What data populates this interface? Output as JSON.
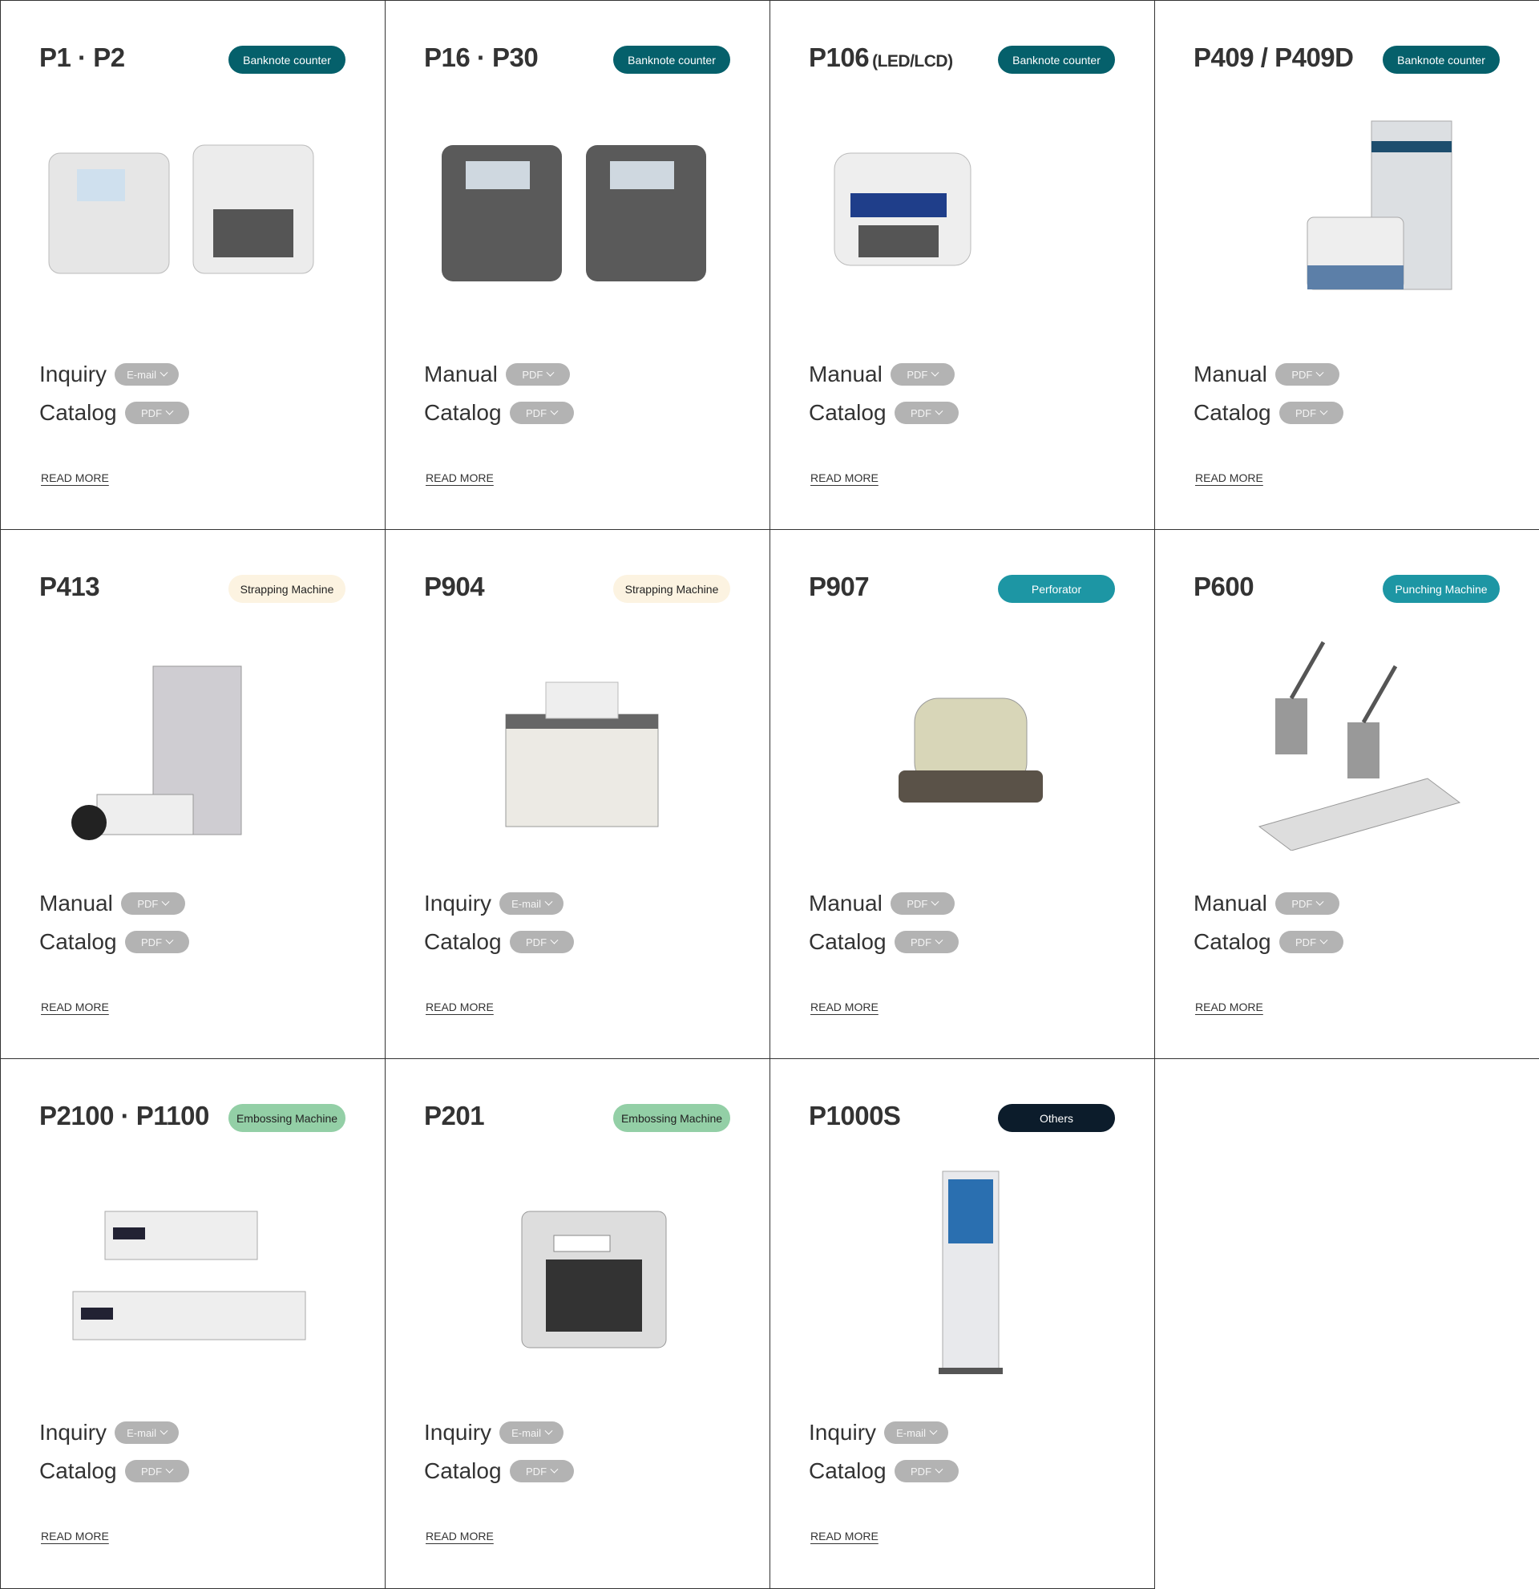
{
  "colors": {
    "banknote": "#05606b",
    "strapping": "#fcf3e1",
    "perforator": "#1d96a4",
    "punching": "#1d96a4",
    "embossing": "#93cfa6",
    "others": "#0c1c2b",
    "pill": "#b3b3b3"
  },
  "read_more": "READ MORE",
  "cards": [
    {
      "title": "P1 · P2",
      "badge": "Banknote counter",
      "kind": "banknote",
      "rows": [
        {
          "label": "Inquiry",
          "pill": "E-mail"
        },
        {
          "label": "Catalog",
          "pill": "PDF"
        }
      ]
    },
    {
      "title": "P16 · P30",
      "badge": "Banknote counter",
      "kind": "banknote",
      "rows": [
        {
          "label": "Manual",
          "pill": "PDF"
        },
        {
          "label": "Catalog",
          "pill": "PDF"
        }
      ]
    },
    {
      "title": "P106",
      "title_suffix": "(LED/LCD)",
      "badge": "Banknote counter",
      "kind": "banknote",
      "rows": [
        {
          "label": "Manual",
          "pill": "PDF"
        },
        {
          "label": "Catalog",
          "pill": "PDF"
        }
      ]
    },
    {
      "title": "P409 / P409D",
      "badge": "Banknote counter",
      "kind": "banknote",
      "rows": [
        {
          "label": "Manual",
          "pill": "PDF"
        },
        {
          "label": "Catalog",
          "pill": "PDF"
        }
      ]
    },
    {
      "title": "P413",
      "badge": "Strapping Machine",
      "kind": "strapping",
      "rows": [
        {
          "label": "Manual",
          "pill": "PDF"
        },
        {
          "label": "Catalog",
          "pill": "PDF"
        }
      ]
    },
    {
      "title": "P904",
      "badge": "Strapping Machine",
      "kind": "strapping",
      "rows": [
        {
          "label": "Inquiry",
          "pill": "E-mail"
        },
        {
          "label": "Catalog",
          "pill": "PDF"
        }
      ]
    },
    {
      "title": "P907",
      "badge": "Perforator",
      "kind": "perforator",
      "rows": [
        {
          "label": "Manual",
          "pill": "PDF"
        },
        {
          "label": "Catalog",
          "pill": "PDF"
        }
      ]
    },
    {
      "title": "P600",
      "badge": "Punching Machine",
      "kind": "punching",
      "rows": [
        {
          "label": "Manual",
          "pill": "PDF"
        },
        {
          "label": "Catalog",
          "pill": "PDF"
        }
      ]
    },
    {
      "title": "P2100 · P1100",
      "badge": "Embossing Machine",
      "kind": "embossing",
      "rows": [
        {
          "label": "Inquiry",
          "pill": "E-mail"
        },
        {
          "label": "Catalog",
          "pill": "PDF"
        }
      ]
    },
    {
      "title": "P201",
      "badge": "Embossing Machine",
      "kind": "embossing",
      "rows": [
        {
          "label": "Inquiry",
          "pill": "E-mail"
        },
        {
          "label": "Catalog",
          "pill": "PDF"
        }
      ]
    },
    {
      "title": "P1000S",
      "badge": "Others",
      "kind": "others",
      "rows": [
        {
          "label": "Inquiry",
          "pill": "E-mail"
        },
        {
          "label": "Catalog",
          "pill": "PDF"
        }
      ]
    }
  ]
}
